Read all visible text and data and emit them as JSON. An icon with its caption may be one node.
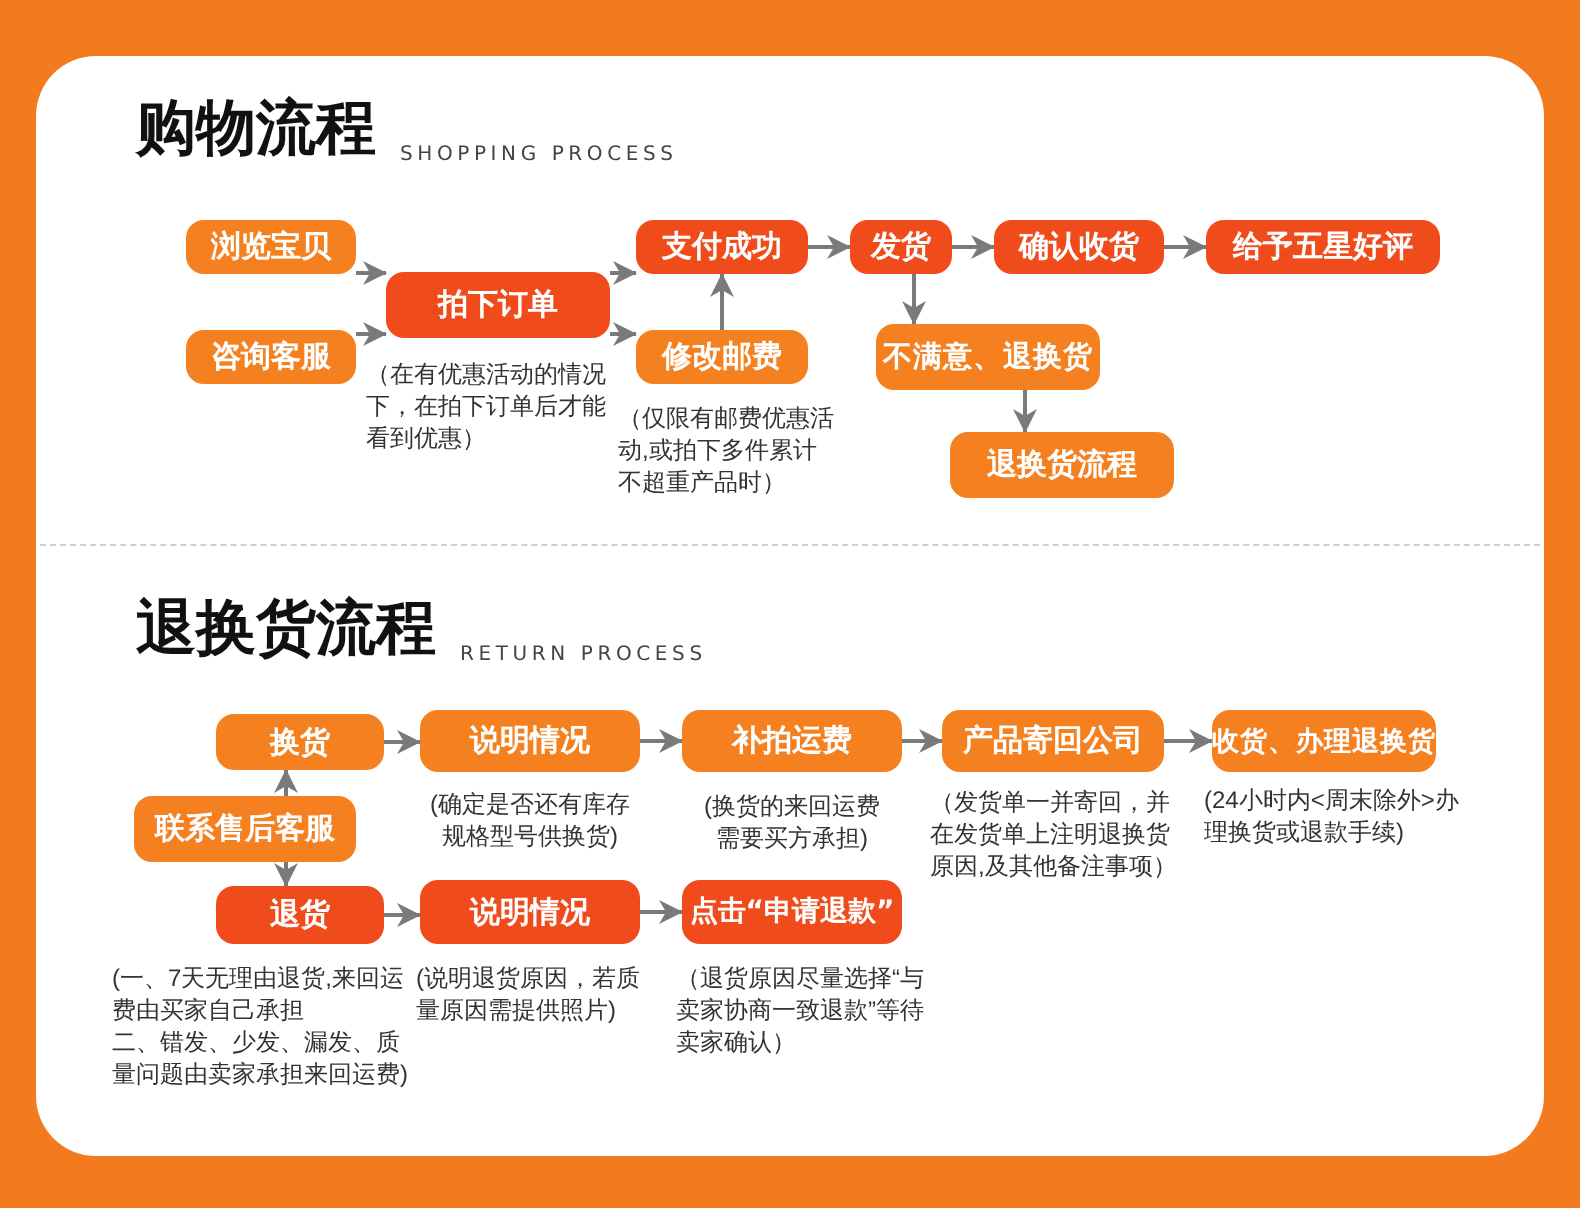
{
  "diagram": {
    "nodes": [
      {
        "text": [
          "浏览宝贝"
        ]
      },
      {
        "text": [
          "咨询客服"
        ]
      },
      {
        "text": [
          "拍下订单"
        ],
        "beside": [
          "（在有优惠活动的情况下，在拍下订单后才能看到优惠）"
        ]
      },
      {
        "text": [
          "支付成功"
        ]
      },
      {
        "text": [
          "修改邮费"
        ],
        "beside": [
          "（仅限有邮费优惠活动,或拍下多件累计不超重产品时）"
        ]
      },
      {
        "text": [
          "发货"
        ]
      },
      {
        "text": [
          "确认收货"
        ]
      },
      {
        "text": [
          "给予五星好评"
        ]
      },
      {
        "text": [
          "不满意、退换货"
        ]
      },
      {
        "text": [
          "退换货流程"
        ]
      },
      {
        "text": [
          "联系售后客服"
        ]
      },
      {
        "text": [
          "换货"
        ]
      },
      {
        "text": [
          "说明情况"
        ],
        "beside": [
          "(确定是否还有库存规格型号供换货)"
        ]
      },
      {
        "text": [
          "补拍运费"
        ],
        "beside": [
          "(换货的来回运费需要买方承担)"
        ]
      },
      {
        "text": [
          "产品寄回公司"
        ],
        "beside": [
          "（发货单一并寄回，并在发货单上注明退换货原因,及其他备注事项）"
        ]
      },
      {
        "text": [
          "收货、办理退换货"
        ],
        "beside": [
          "(24小时内<周末除外>办理换货或退款手续)"
        ]
      },
      {
        "text": [
          "退货"
        ],
        "beside": [
          "(一、7天无理由退货,来回运费由买家自己承担",
          "二、错发、少发、漏发、质量问题由卖家承担来回运费)"
        ]
      },
      {
        "text": [
          "说明情况"
        ],
        "beside": [
          "(说明退货原因，若质量原因需提供照片)"
        ]
      },
      {
        "text": [
          "点击“申请退款”"
        ],
        "beside": [
          "（退货原因尽量选择“与卖家协商一致退款”等待卖家确认）"
        ]
      }
    ],
    "edges": [
      {
        "from": 0,
        "to": 2,
        "arrow": "to"
      },
      {
        "from": 1,
        "to": 2,
        "arrow": "to"
      },
      {
        "from": 2,
        "to": 3,
        "arrow": "to"
      },
      {
        "from": 2,
        "to": 4,
        "arrow": "to"
      },
      {
        "from": 4,
        "to": 3,
        "arrow": "to"
      },
      {
        "from": 3,
        "to": 5,
        "arrow": "to"
      },
      {
        "from": 5,
        "to": 6,
        "arrow": "to"
      },
      {
        "from": 6,
        "to": 7,
        "arrow": "to"
      },
      {
        "from": 5,
        "to": 8,
        "arrow": "to"
      },
      {
        "from": 8,
        "to": 9,
        "arrow": "to"
      },
      {
        "from": 10,
        "to": 11,
        "arrow": "to"
      },
      {
        "from": 11,
        "to": 12,
        "arrow": "to"
      },
      {
        "from": 12,
        "to": 13,
        "arrow": "to"
      },
      {
        "from": 13,
        "to": 14,
        "arrow": "to"
      },
      {
        "from": 14,
        "to": 15,
        "arrow": "to"
      },
      {
        "from": 10,
        "to": 16,
        "arrow": "to"
      },
      {
        "from": 16,
        "to": 17,
        "arrow": "to"
      },
      {
        "from": 17,
        "to": 18,
        "arrow": "to"
      }
    ],
    "labels": [
      "购物流程",
      "SHOPPING PROCESS",
      "退换货流程",
      "RETURN PROCESS"
    ]
  }
}
